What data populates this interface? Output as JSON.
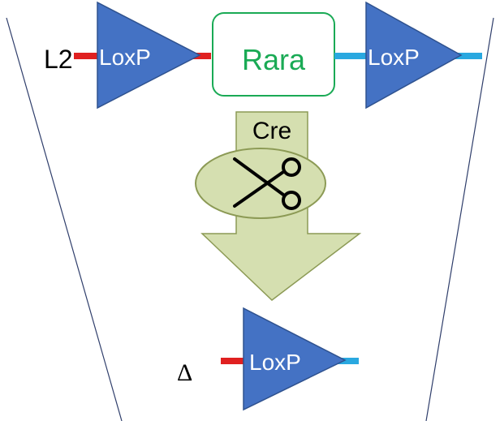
{
  "top_construct": {
    "allele_label": "L2",
    "left_loxp_label": "LoxP",
    "gene_label": "Rara",
    "right_loxp_label": "LoxP"
  },
  "recombination": {
    "enzyme_label": "Cre",
    "cut_symbol": "scissors-icon"
  },
  "bottom_construct": {
    "allele_label": "Δ",
    "loxp_label": "LoxP"
  },
  "colors": {
    "loxp_fill": "#4472C4",
    "loxp_stroke": "#2F528F",
    "loxp_text": "#ffffff",
    "left_segment": "#E02020",
    "right_segment": "#29A8E0",
    "gene_box_stroke": "#1AAA55",
    "gene_text": "#1AAA55",
    "arrow_fill": "#D5DFB0",
    "arrow_stroke": "#8C9A55",
    "funnel_stroke": "#2F3E6B",
    "text": "#000000"
  }
}
